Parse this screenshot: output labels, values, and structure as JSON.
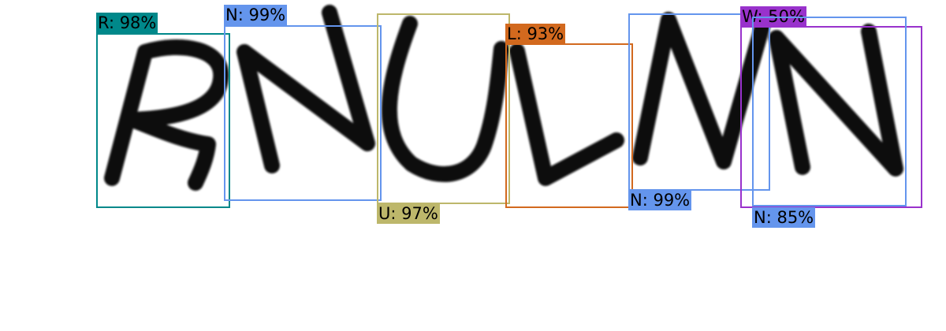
{
  "detections": [
    {
      "label": "R: 98%",
      "color": "#00888a"
    },
    {
      "label": "N: 99%",
      "color": "#6495ed"
    },
    {
      "label": "U: 97%",
      "color": "#bdb76b"
    },
    {
      "label": "L: 93%",
      "color": "#d2691e"
    },
    {
      "label": "N: 99%",
      "color": "#6495ed"
    },
    {
      "label": "W: 50%",
      "color": "#9932cc"
    },
    {
      "label": "N: 85%",
      "color": "#6495ed"
    }
  ]
}
